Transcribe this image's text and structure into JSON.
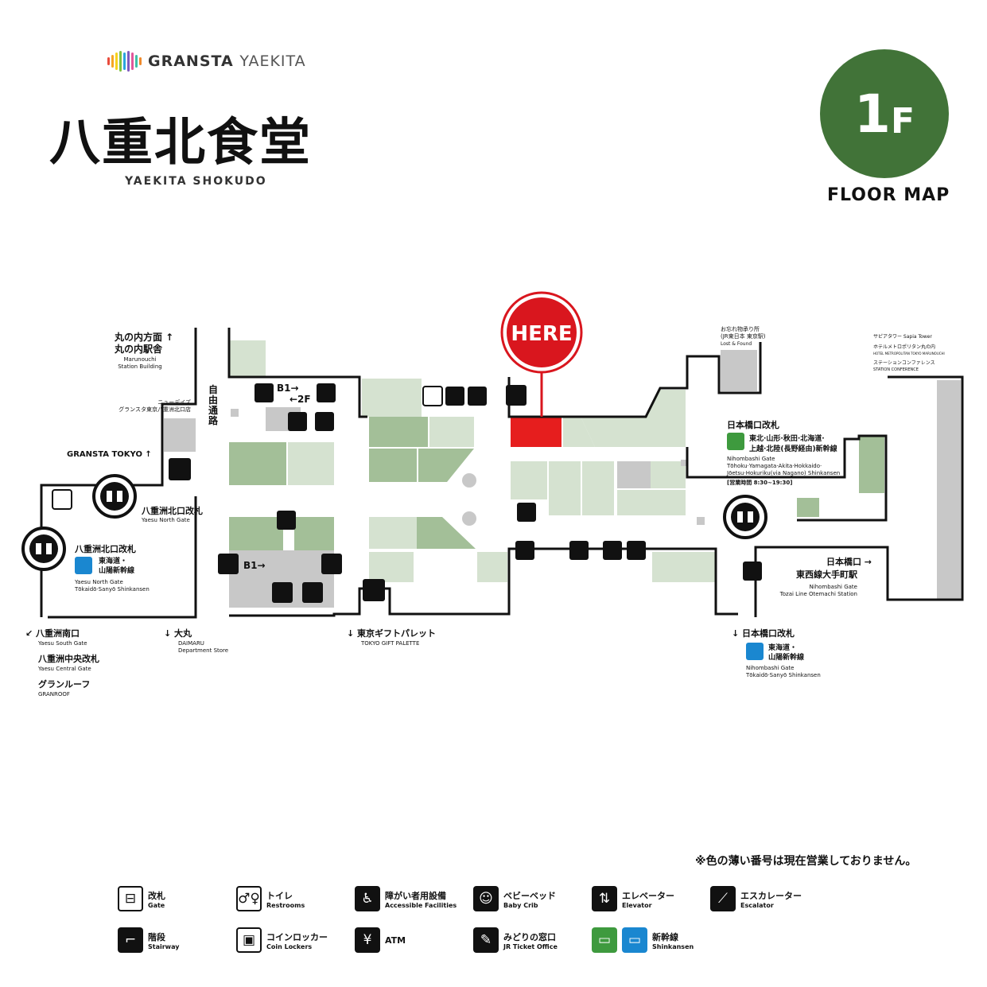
{
  "brand": {
    "logo_main": "GRANSTA",
    "logo_sub": "YAEKITA",
    "title_jp": "八重北食堂",
    "title_en": "YAEKITA SHOKUDO",
    "bar_colors": [
      "#e94b3c",
      "#f5a623",
      "#f7d21d",
      "#7cc242",
      "#2aa6de",
      "#7d5bbf",
      "#e0589b",
      "#3fbfa7",
      "#f08a2c"
    ]
  },
  "floor": {
    "number": "1",
    "suffix": "F",
    "label": "FLOOR MAP",
    "color": "#417338"
  },
  "here_marker": {
    "label": "HERE",
    "color": "#d9161e"
  },
  "map": {
    "colors": {
      "shop_light": "#d5e2d0",
      "shop_dark": "#a3bf98",
      "service": "#c8c8c8",
      "here": "#e61e1e",
      "walls": "#111111"
    },
    "labels": {
      "marunouchi_jp": "丸の内方面 ↑",
      "marunouchi_jp2": "丸の内駅舎",
      "marunouchi_en": "Marunouchi",
      "marunouchi_en2": "Station Building",
      "newdays_jp": "ニューデイズ",
      "newdays_jp2": "グランスタ東京八重洲北口店",
      "free_passage": [
        "自",
        "由",
        "通",
        "路"
      ],
      "granstatokyo": "GRANSTA TOKYO ↑",
      "b1_2f": "B1→",
      "b1_2f_b": "←2F",
      "b1_lower": "B1→",
      "yaesu_north_gate_jp": "八重洲北口改札",
      "yaesu_north_gate_en": "Yaesu North Gate",
      "yaesu_north_gate2_jp": "八重洲北口改札",
      "tokaido_jp": "東海道・",
      "tokaido_jp2": "山陽新幹線",
      "tokaido_en": "Yaesu North Gate",
      "tokaido_en2": "Tōkaidō·Sanyō Shinkansen",
      "lost_found_jp": "お忘れ物承り所",
      "lost_found_jp2": "(JR東日本 東京駅)",
      "lost_found_en": "Lost & Found",
      "sapia_jp": "サピアタワー Sapia Tower",
      "metro_hotel_jp": "ホテルメトロポリタン丸の内",
      "metro_hotel_en": "HOTEL METROPOLITAN TOKYO MARUNOUCHI",
      "station_conf_jp": "ステーションコンファレンス",
      "station_conf_en": "STATION CONFERENCE",
      "nihombashi_gate_jp": "日本橋口改札",
      "nihombashi_lines_jp": "東北·山形·秋田·北海道·",
      "nihombashi_lines_jp2": "上越·北陸(長野経由)新幹線",
      "nihombashi_en": "Nihombashi Gate",
      "nihombashi_en2": "Tōhoku·Yamagata·Akita·Hokkaido·",
      "nihombashi_en3": "Jōetsu·Hokuriku(via Nagano) Shinkansen",
      "nihombashi_hours": "[営業時間 8:30~19:30]",
      "nihombashi_exit_jp": "日本橋口 →",
      "tozai_jp": "東西線大手町駅",
      "tozai_en": "Nihombashi Gate",
      "tozai_en2": "Tozai Line Otemachi Station",
      "yaesu_south_jp": "↙ 八重洲南口",
      "yaesu_south_en": "Yaesu South Gate",
      "yaesu_central_jp": "八重洲中央改札",
      "yaesu_central_en": "Yaesu Central Gate",
      "granroof_jp": "グランルーフ",
      "granroof_en": "GRANROOF",
      "daimaru_jp": "↓ 大丸",
      "daimaru_en": "DAIMARU",
      "daimaru_en2": "Department Store",
      "gift_palette_jp": "↓ 東京ギフトパレット",
      "gift_palette_en": "TOKYO GIFT PALETTE",
      "nihombashi_south_jp": "↓ 日本橋口改札",
      "nihombashi_south_jp2": "東海道・",
      "nihombashi_south_jp3": "山陽新幹線",
      "nihombashi_south_en": "Nihombashi Gate",
      "nihombashi_south_en2": "Tōkaidō·Sanyō Shinkansen"
    }
  },
  "notice": "※色の薄い番号は現在営業しておりません。",
  "legend": [
    {
      "jp": "改札",
      "en": "Gate",
      "icon": "gate-icon",
      "glyph": "⊟"
    },
    {
      "jp": "トイレ",
      "en": "Restrooms",
      "icon": "restroom-icon",
      "glyph": "♂♀"
    },
    {
      "jp": "障がい者用設備",
      "en": "Accessible Facilities",
      "icon": "wheelchair-icon",
      "glyph": "♿"
    },
    {
      "jp": "ベビーベッド",
      "en": "Baby Crib",
      "icon": "baby-crib-icon",
      "glyph": "☺"
    },
    {
      "jp": "エレベーター",
      "en": "Elevator",
      "icon": "elevator-icon",
      "glyph": "⇅"
    },
    {
      "jp": "エスカレーター",
      "en": "Escalator",
      "icon": "escalator-icon",
      "glyph": "⟋"
    },
    {
      "jp": "階段",
      "en": "Stairway",
      "icon": "stairway-icon",
      "glyph": "⌐"
    },
    {
      "jp": "コインロッカー",
      "en": "Coin Lockers",
      "icon": "coin-locker-icon",
      "glyph": "▣"
    },
    {
      "jp": "ATM",
      "en": "",
      "icon": "atm-icon",
      "glyph": "¥"
    },
    {
      "jp": "みどりの窓口",
      "en": "JR Ticket Office",
      "icon": "ticket-office-icon",
      "glyph": "✎"
    },
    {
      "jp": "新幹線",
      "en": "Shinkansen",
      "icon": "shinkansen-icon",
      "glyph": "▭"
    }
  ]
}
